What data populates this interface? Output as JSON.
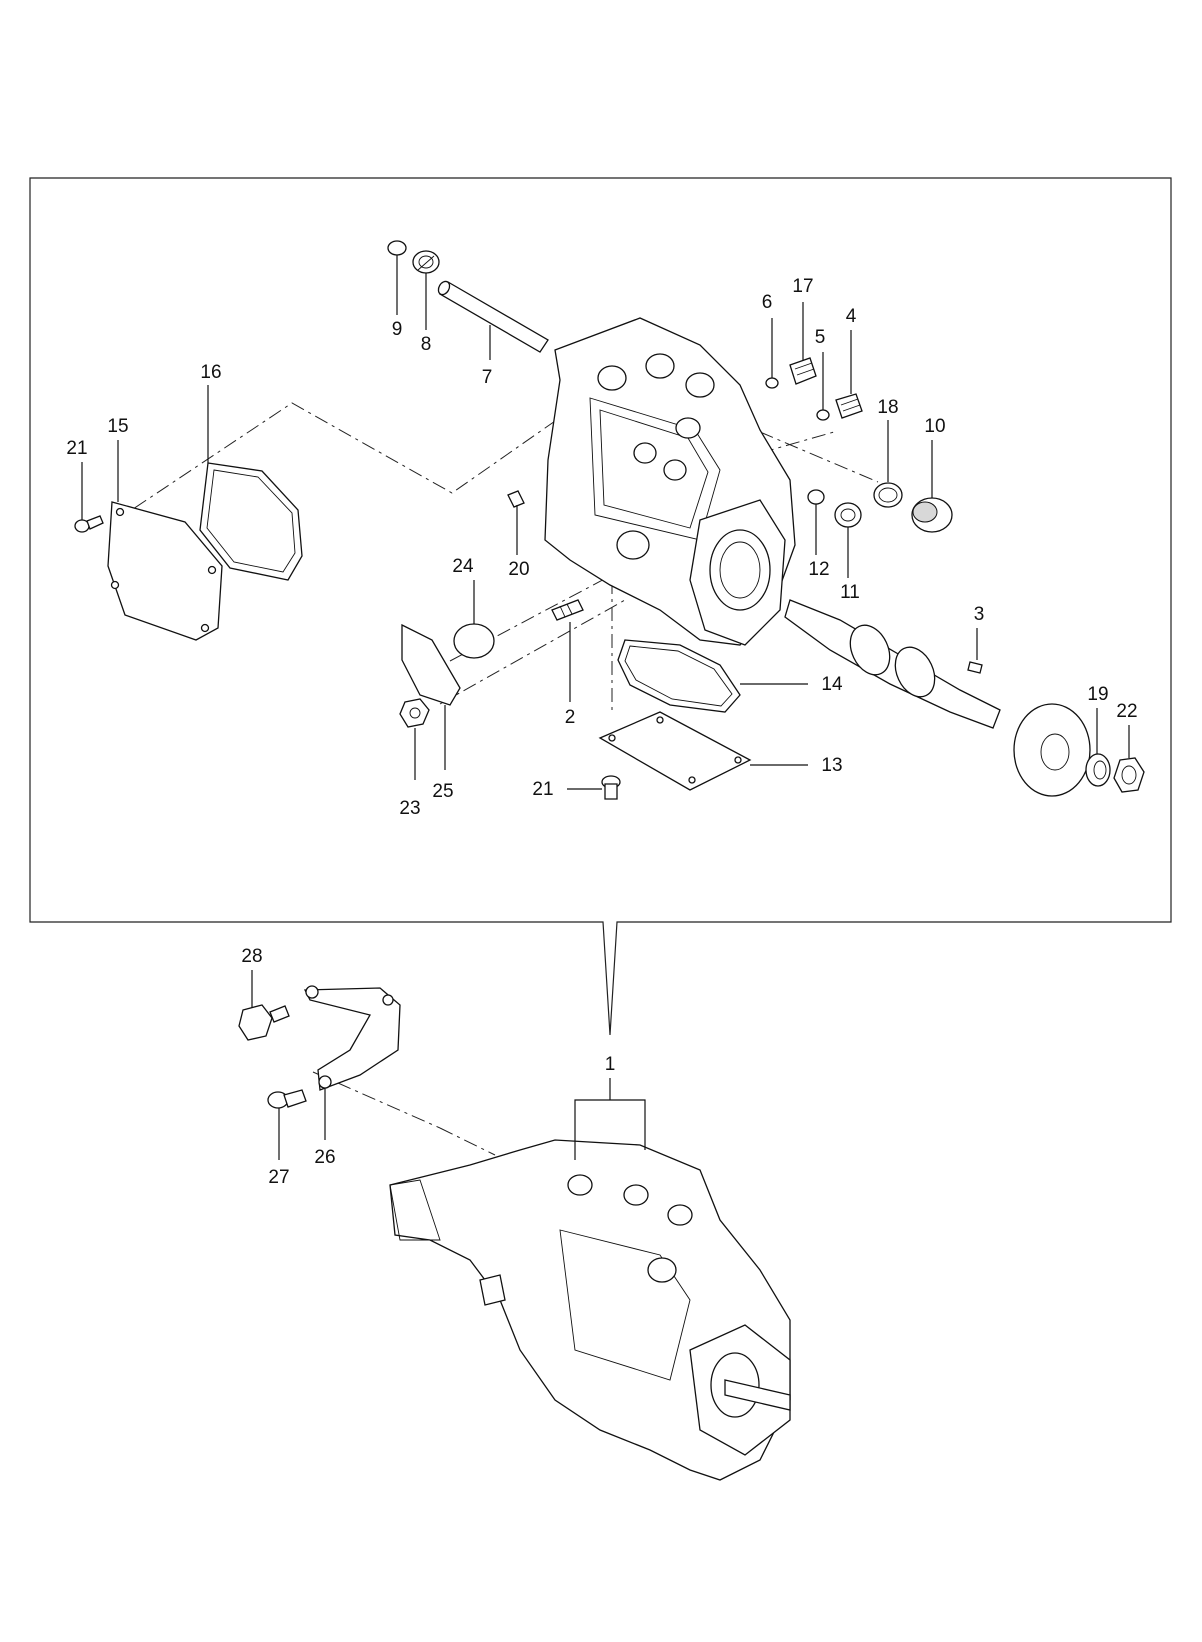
{
  "callouts": [
    {
      "id": "c9",
      "label": "9"
    },
    {
      "id": "c8",
      "label": "8"
    },
    {
      "id": "c7",
      "label": "7"
    },
    {
      "id": "c6",
      "label": "6"
    },
    {
      "id": "c17",
      "label": "17"
    },
    {
      "id": "c5",
      "label": "5"
    },
    {
      "id": "c4",
      "label": "4"
    },
    {
      "id": "c18",
      "label": "18"
    },
    {
      "id": "c10",
      "label": "10"
    },
    {
      "id": "c16",
      "label": "16"
    },
    {
      "id": "c15",
      "label": "15"
    },
    {
      "id": "c21a",
      "label": "21"
    },
    {
      "id": "c20",
      "label": "20"
    },
    {
      "id": "c12",
      "label": "12"
    },
    {
      "id": "c11",
      "label": "11"
    },
    {
      "id": "c24",
      "label": "24"
    },
    {
      "id": "c3",
      "label": "3"
    },
    {
      "id": "c14",
      "label": "14"
    },
    {
      "id": "c2",
      "label": "2"
    },
    {
      "id": "c19",
      "label": "19"
    },
    {
      "id": "c22",
      "label": "22"
    },
    {
      "id": "c13",
      "label": "13"
    },
    {
      "id": "c21b",
      "label": "21"
    },
    {
      "id": "c23",
      "label": "23"
    },
    {
      "id": "c25",
      "label": "25"
    },
    {
      "id": "c28",
      "label": "28"
    },
    {
      "id": "c1",
      "label": "1"
    },
    {
      "id": "c26",
      "label": "26"
    },
    {
      "id": "c27",
      "label": "27"
    }
  ]
}
